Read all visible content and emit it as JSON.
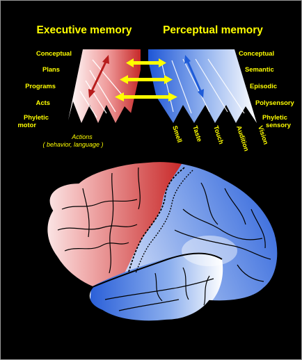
{
  "executive": {
    "title": "Executive memory",
    "levels": [
      "Conceptual",
      "Plans",
      "Programs",
      "Acts",
      "Phyletic",
      "motor"
    ],
    "actions_line1": "Actions",
    "actions_line2": "( behavior, language )"
  },
  "perceptual": {
    "title": "Perceptual memory",
    "levels": [
      "Conceptual",
      "Semantic",
      "Episodic",
      "Polysensory",
      "Phyletic",
      "sensory"
    ],
    "senses": [
      "Smell",
      "Taste",
      "Touch",
      "Audition",
      "Vision"
    ]
  },
  "colors": {
    "background": "#000000",
    "text": "#ffff00",
    "executive": "#c8292d",
    "perceptual": "#2a63d6",
    "arrows": "#ffff00"
  },
  "icons": {
    "executive_arrow": "double-headed-arrow",
    "perceptual_arrow": "double-headed-arrow",
    "connection_arrows": "double-headed-arrow"
  }
}
